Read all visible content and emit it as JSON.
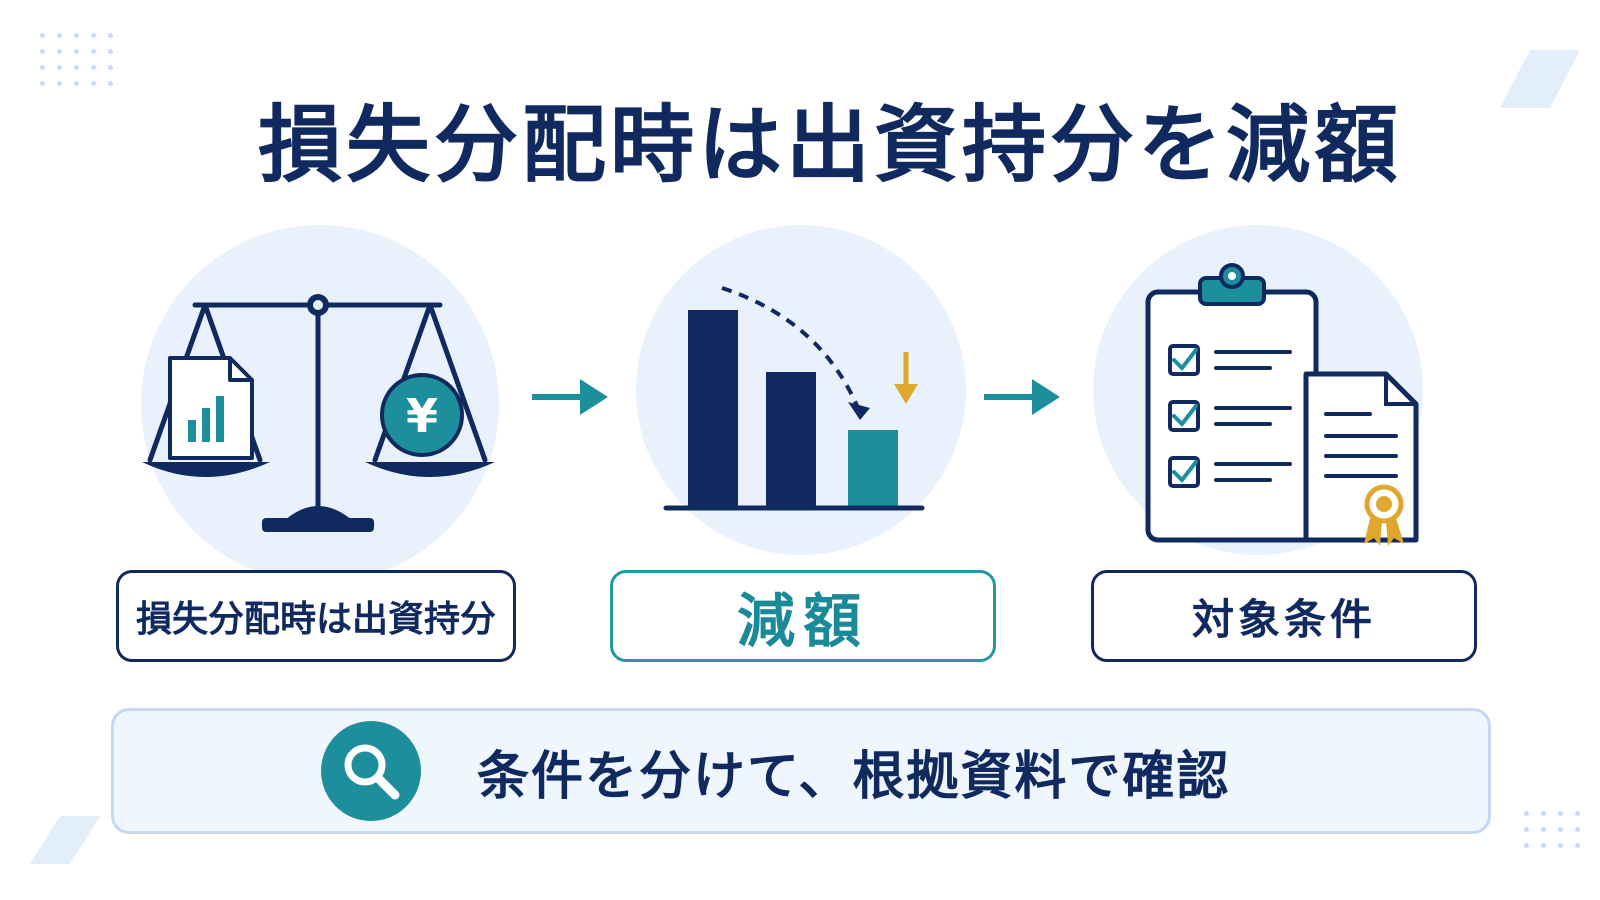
{
  "title": "損失分配時は出資持分を減額",
  "steps": [
    {
      "label": "損失分配時は出資持分"
    },
    {
      "label": "減額"
    },
    {
      "label": "対象条件"
    }
  ],
  "currency_symbol": "¥",
  "bottom": {
    "text": "条件を分けて、根拠資料で確認"
  },
  "colors": {
    "navy": "#10295e",
    "teal": "#1d8e9c",
    "gold": "#e0a72e",
    "light_blue": "#e9f2fc"
  },
  "icons": [
    "balance-scale-icon",
    "document-chart-icon",
    "yen-coin-icon",
    "arrow-right-icon",
    "declining-bar-chart-icon",
    "down-arrow-icon",
    "clipboard-checklist-icon",
    "certificate-icon",
    "search-icon"
  ]
}
